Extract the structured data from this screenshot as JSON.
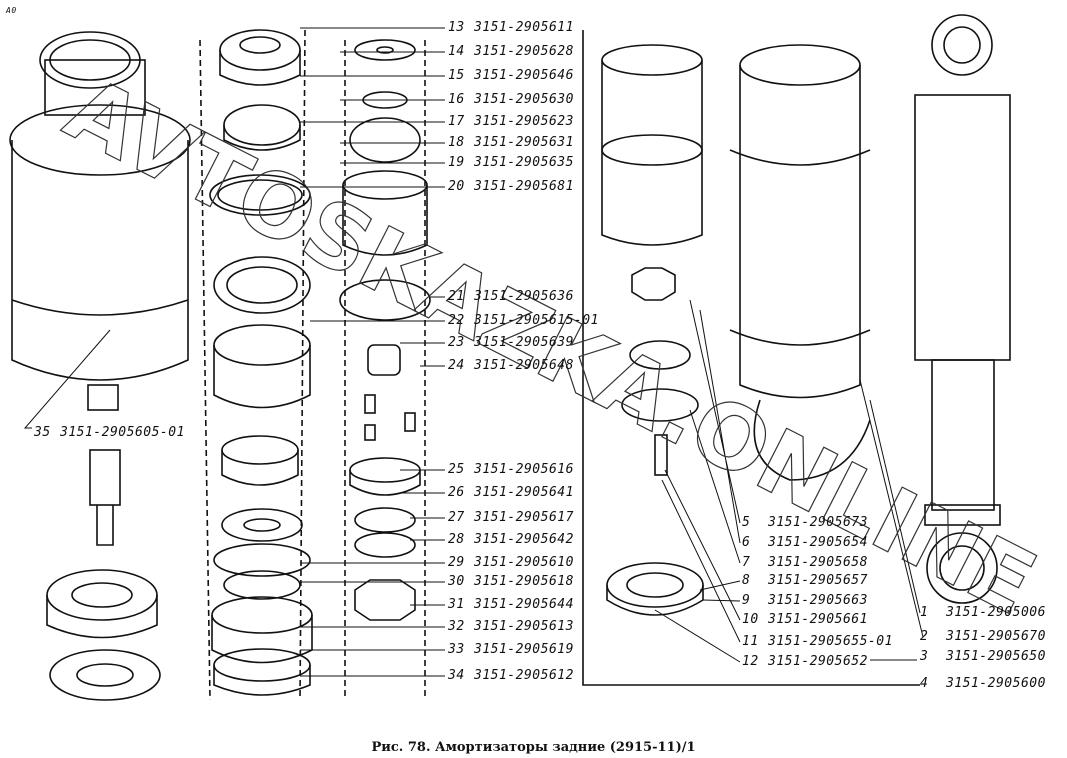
{
  "corner_mark": "A0",
  "watermark": "AVTOSKAZKA.ONLINE",
  "caption": "Рис. 78. Амортизаторы задние (2915-11)/1",
  "parts": [
    {
      "num": "1",
      "code": "3151-2905006"
    },
    {
      "num": "2",
      "code": "3151-2905670"
    },
    {
      "num": "3",
      "code": "3151-2905650"
    },
    {
      "num": "4",
      "code": "3151-2905600"
    },
    {
      "num": "5",
      "code": "3151-2905673"
    },
    {
      "num": "6",
      "code": "3151-2905654"
    },
    {
      "num": "7",
      "code": "3151-2905658"
    },
    {
      "num": "8",
      "code": "3151-2905657"
    },
    {
      "num": "9",
      "code": "3151-2905663"
    },
    {
      "num": "10",
      "code": "3151-2905661"
    },
    {
      "num": "11",
      "code": "3151-2905655-01"
    },
    {
      "num": "12",
      "code": "3151-2905652"
    },
    {
      "num": "13",
      "code": "3151-2905611"
    },
    {
      "num": "14",
      "code": "3151-2905628"
    },
    {
      "num": "15",
      "code": "3151-2905646"
    },
    {
      "num": "16",
      "code": "3151-2905630"
    },
    {
      "num": "17",
      "code": "3151-2905623"
    },
    {
      "num": "18",
      "code": "3151-2905631"
    },
    {
      "num": "19",
      "code": "3151-2905635"
    },
    {
      "num": "20",
      "code": "3151-2905681"
    },
    {
      "num": "21",
      "code": "3151-2905636"
    },
    {
      "num": "22",
      "code": "3151-2905615-01"
    },
    {
      "num": "23",
      "code": "3151-2905639"
    },
    {
      "num": "24",
      "code": "3151-2905648"
    },
    {
      "num": "25",
      "code": "3151-2905616"
    },
    {
      "num": "26",
      "code": "3151-2905641"
    },
    {
      "num": "27",
      "code": "3151-2905617"
    },
    {
      "num": "28",
      "code": "3151-2905642"
    },
    {
      "num": "29",
      "code": "3151-2905610"
    },
    {
      "num": "30",
      "code": "3151-2905618"
    },
    {
      "num": "31",
      "code": "3151-2905644"
    },
    {
      "num": "32",
      "code": "3151-2905613"
    },
    {
      "num": "33",
      "code": "3151-2905619"
    },
    {
      "num": "34",
      "code": "3151-2905612"
    },
    {
      "num": "35",
      "code": "3151-2905605-01"
    }
  ]
}
